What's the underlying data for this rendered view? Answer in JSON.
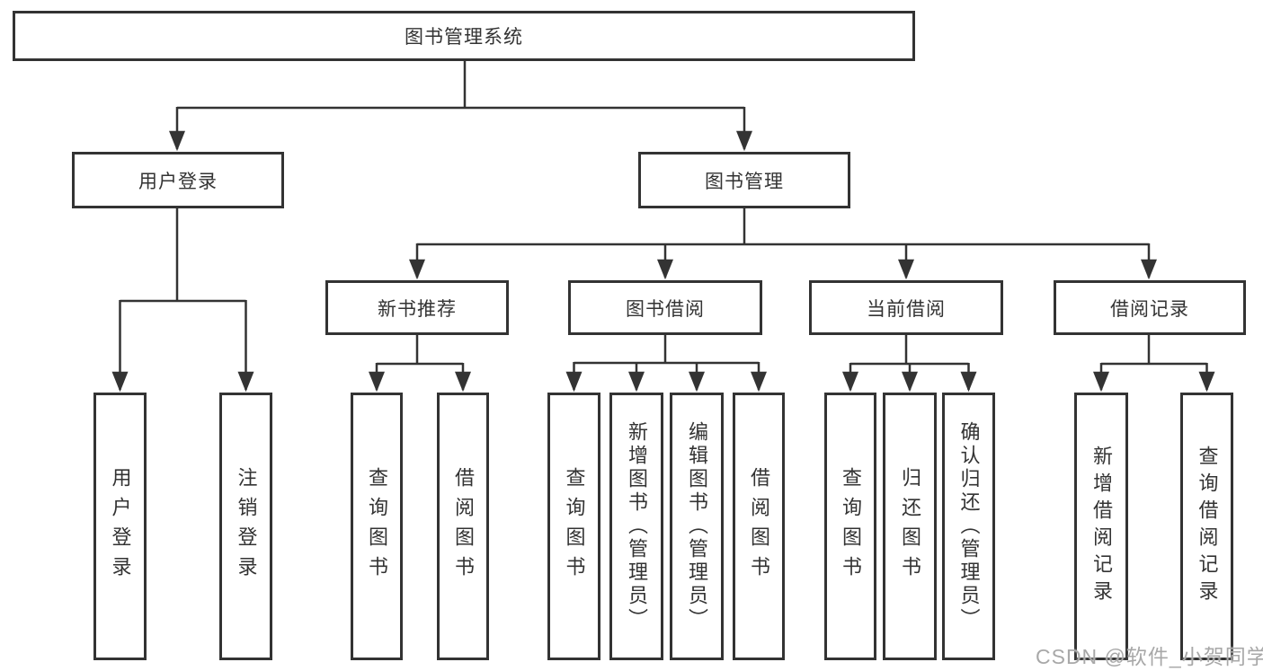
{
  "diagram": {
    "title": "图书管理系统",
    "level2": [
      {
        "label": "用户登录"
      },
      {
        "label": "图书管理"
      }
    ],
    "level3": [
      {
        "label": "新书推荐",
        "parent": "图书管理"
      },
      {
        "label": "图书借阅",
        "parent": "图书管理"
      },
      {
        "label": "当前借阅",
        "parent": "图书管理"
      },
      {
        "label": "借阅记录",
        "parent": "图书管理"
      }
    ],
    "leaves": [
      {
        "label": "用户登录",
        "parent": "用户登录"
      },
      {
        "label": "注销登录",
        "parent": "用户登录"
      },
      {
        "label": "查询图书",
        "parent": "新书推荐"
      },
      {
        "label": "借阅图书",
        "parent": "新书推荐"
      },
      {
        "label": "查询图书",
        "parent": "图书借阅"
      },
      {
        "label": "新增图书（管理员）",
        "parent": "图书借阅"
      },
      {
        "label": "编辑图书（管理员）",
        "parent": "图书借阅"
      },
      {
        "label": "借阅图书",
        "parent": "图书借阅"
      },
      {
        "label": "查询图书",
        "parent": "当前借阅"
      },
      {
        "label": "归还图书",
        "parent": "当前借阅"
      },
      {
        "label": "确认归还（管理员）",
        "parent": "当前借阅"
      },
      {
        "label": "新增借阅记录",
        "parent": "借阅记录"
      },
      {
        "label": "查询借阅记录",
        "parent": "借阅记录"
      }
    ]
  },
  "watermark": "CSDN @软件_小贺同学",
  "colors": {
    "line": "#333333",
    "box_border": "#333333",
    "text": "#333333",
    "background": "#ffffff",
    "watermark": "#a8a8a8"
  }
}
